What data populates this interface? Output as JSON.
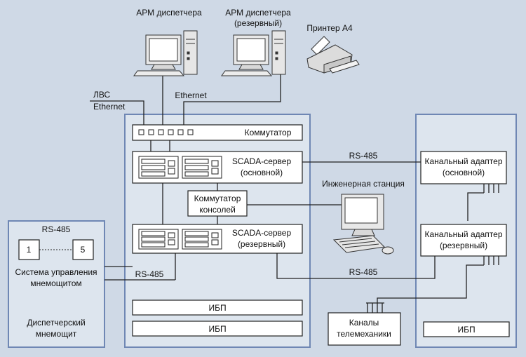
{
  "diagram": {
    "workstation_main": "АРМ диспетчера",
    "workstation_backup_line1": "АРМ диспетчера",
    "workstation_backup_line2": "(резервный)",
    "printer": "Принтер А4",
    "lan_line1": "ЛВС",
    "lan_line2": "Ethernet",
    "ethernet": "Ethernet",
    "switch": "Коммутатор",
    "scada_main_line1": "SCADA-сервер",
    "scada_main_line2": "(основной)",
    "console_switch_line1": "Коммутатор",
    "console_switch_line2": "консолей",
    "scada_backup_line1": "SCADA-сервер",
    "scada_backup_line2": "(резервный)",
    "ups": "ИБП",
    "rs485": "RS-485",
    "engineering_station": "Инженерная станция",
    "adapter_main_line1": "Канальный адаптер",
    "adapter_main_line2": "(основной)",
    "adapter_backup_line1": "Канальный адаптер",
    "adapter_backup_line2": "(резервный)",
    "telemechanics_line1": "Каналы",
    "telemechanics_line2": "телемеханики",
    "mimic_control_line1": "Система управления",
    "mimic_control_line2": "мнемощитом",
    "mimic_board_line1": "Диспетчерский",
    "mimic_board_line2": "мнемощит",
    "panel_first": "1",
    "panel_last": "5"
  },
  "colors": {
    "background": "#cfd9e6",
    "panel_fill": "#dde5ee",
    "panel_border": "#6f87b4",
    "wire": "#222222"
  }
}
